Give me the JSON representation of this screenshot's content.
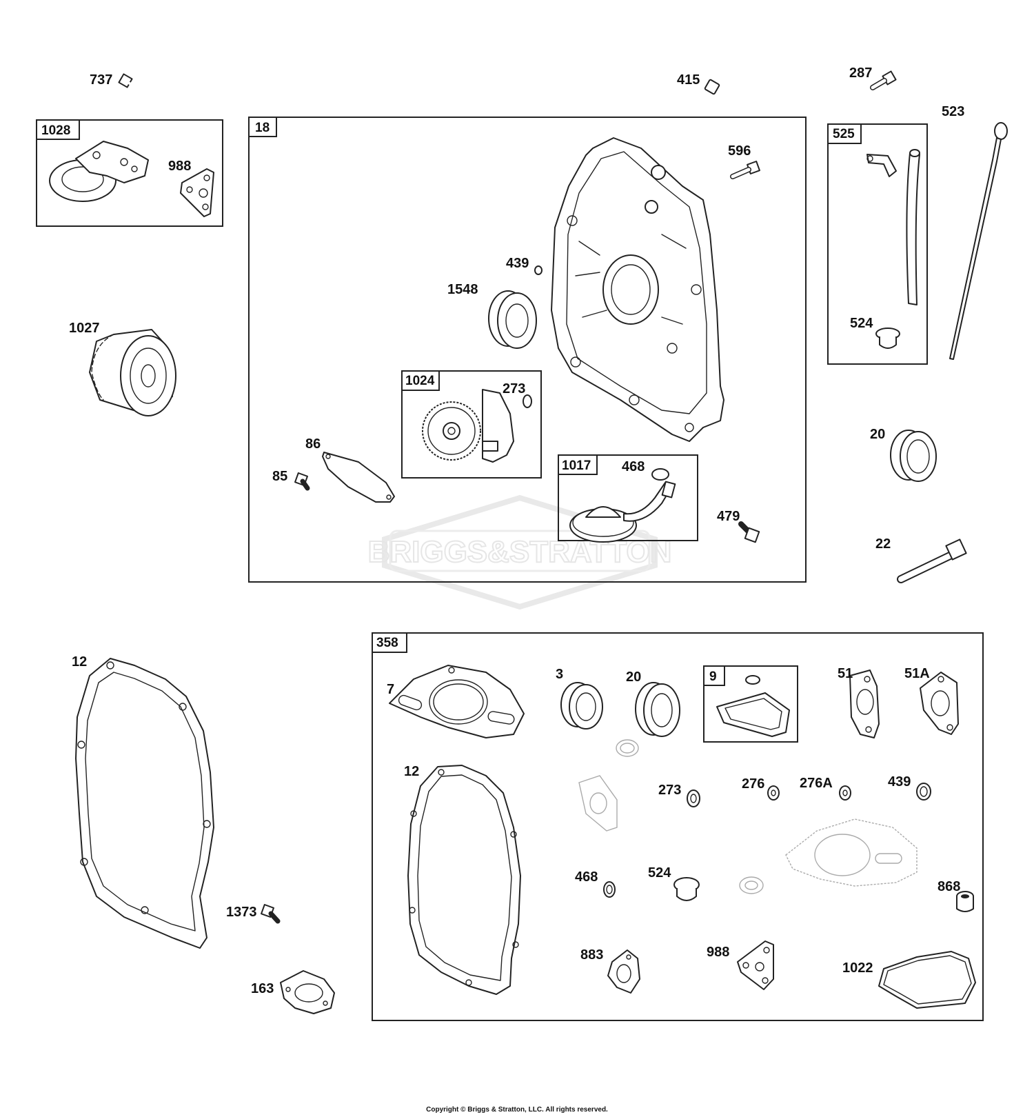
{
  "watermark": "BRIGGS&STRATTON",
  "copyright": "Copyright © Briggs & Stratton, LLC. All rights reserved.",
  "boxes": {
    "b1028": "1028",
    "b18": "18",
    "b525": "525",
    "b1024": "1024",
    "b1017": "1017",
    "b358": "358",
    "b9": "9"
  },
  "parts": {
    "p737": "737",
    "p415": "415",
    "p287": "287",
    "p523": "523",
    "p988a": "988",
    "p596": "596",
    "p439a": "439",
    "p1548": "1548",
    "p1027": "1027",
    "p273a": "273",
    "p524a": "524",
    "p86": "86",
    "p85": "85",
    "p468a": "468",
    "p479": "479",
    "p20a": "20",
    "p22": "22",
    "p12a": "12",
    "p1373": "1373",
    "p163": "163",
    "p7": "7",
    "p3": "3",
    "p20b": "20",
    "p51": "51",
    "p51A": "51A",
    "p12b": "12",
    "p273b": "273",
    "p276": "276",
    "p276A": "276A",
    "p439b": "439",
    "p468b": "468",
    "p524b": "524",
    "p868": "868",
    "p883": "883",
    "p988b": "988",
    "p1022": "1022"
  }
}
